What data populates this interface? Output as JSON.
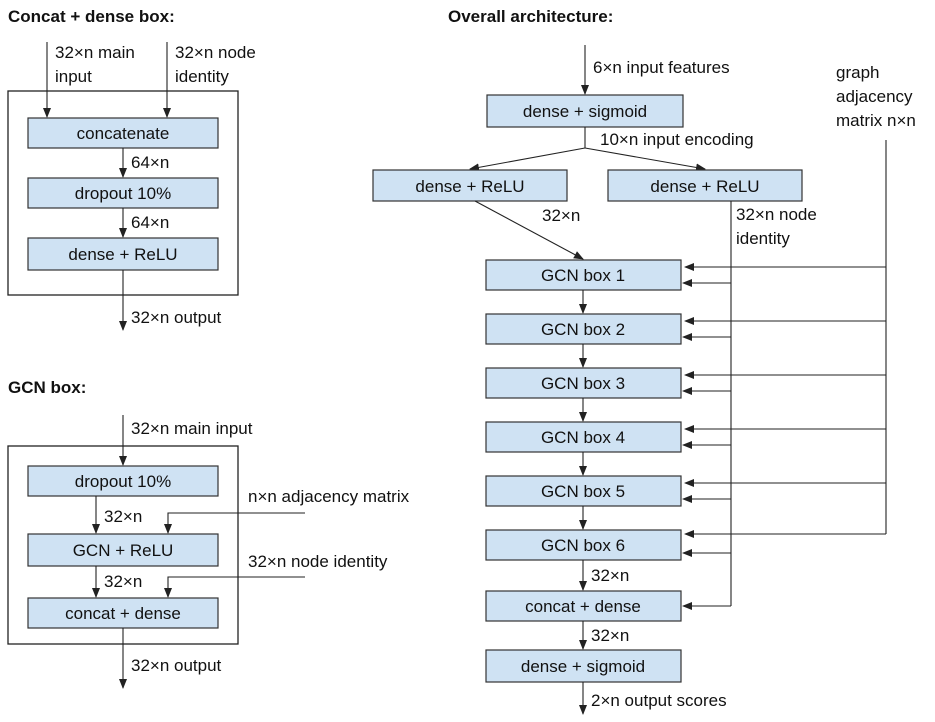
{
  "titles": {
    "concat_dense": "Concat + dense box:",
    "gcn_box": "GCN box:",
    "overall": "Overall architecture:"
  },
  "concat_dense_box": {
    "inputs": [
      "32×n main",
      "input",
      "32×n node",
      "identity"
    ],
    "nodes": [
      "concatenate",
      "dropout 10%",
      "dense + ReLU"
    ],
    "edge_labels": [
      "64×n",
      "64×n"
    ],
    "output": "32×n output"
  },
  "gcn_box": {
    "input": "32×n main input",
    "nodes": [
      "dropout 10%",
      "GCN + ReLU",
      "concat + dense"
    ],
    "side_inputs": [
      "n×n adjacency matrix",
      "32×n node identity"
    ],
    "edge_labels": [
      "32×n",
      "32×n"
    ],
    "output": "32×n output"
  },
  "overall": {
    "input": "6×n input features",
    "adjacency": [
      "graph",
      "adjacency",
      "matrix n×n"
    ],
    "encoder": "dense + sigmoid",
    "encoding_label": "10×n input encoding",
    "branches": [
      "dense + ReLU",
      "dense + ReLU"
    ],
    "branch_labels": [
      "32×n",
      "32×n node",
      "identity"
    ],
    "gcn_boxes": [
      "GCN box 1",
      "GCN box 2",
      "GCN box 3",
      "GCN box 4",
      "GCN box 5",
      "GCN box 6"
    ],
    "concat": "concat + dense",
    "final": "dense + sigmoid",
    "edge_labels": [
      "32×n",
      "32×n"
    ],
    "output": "2×n output scores"
  }
}
